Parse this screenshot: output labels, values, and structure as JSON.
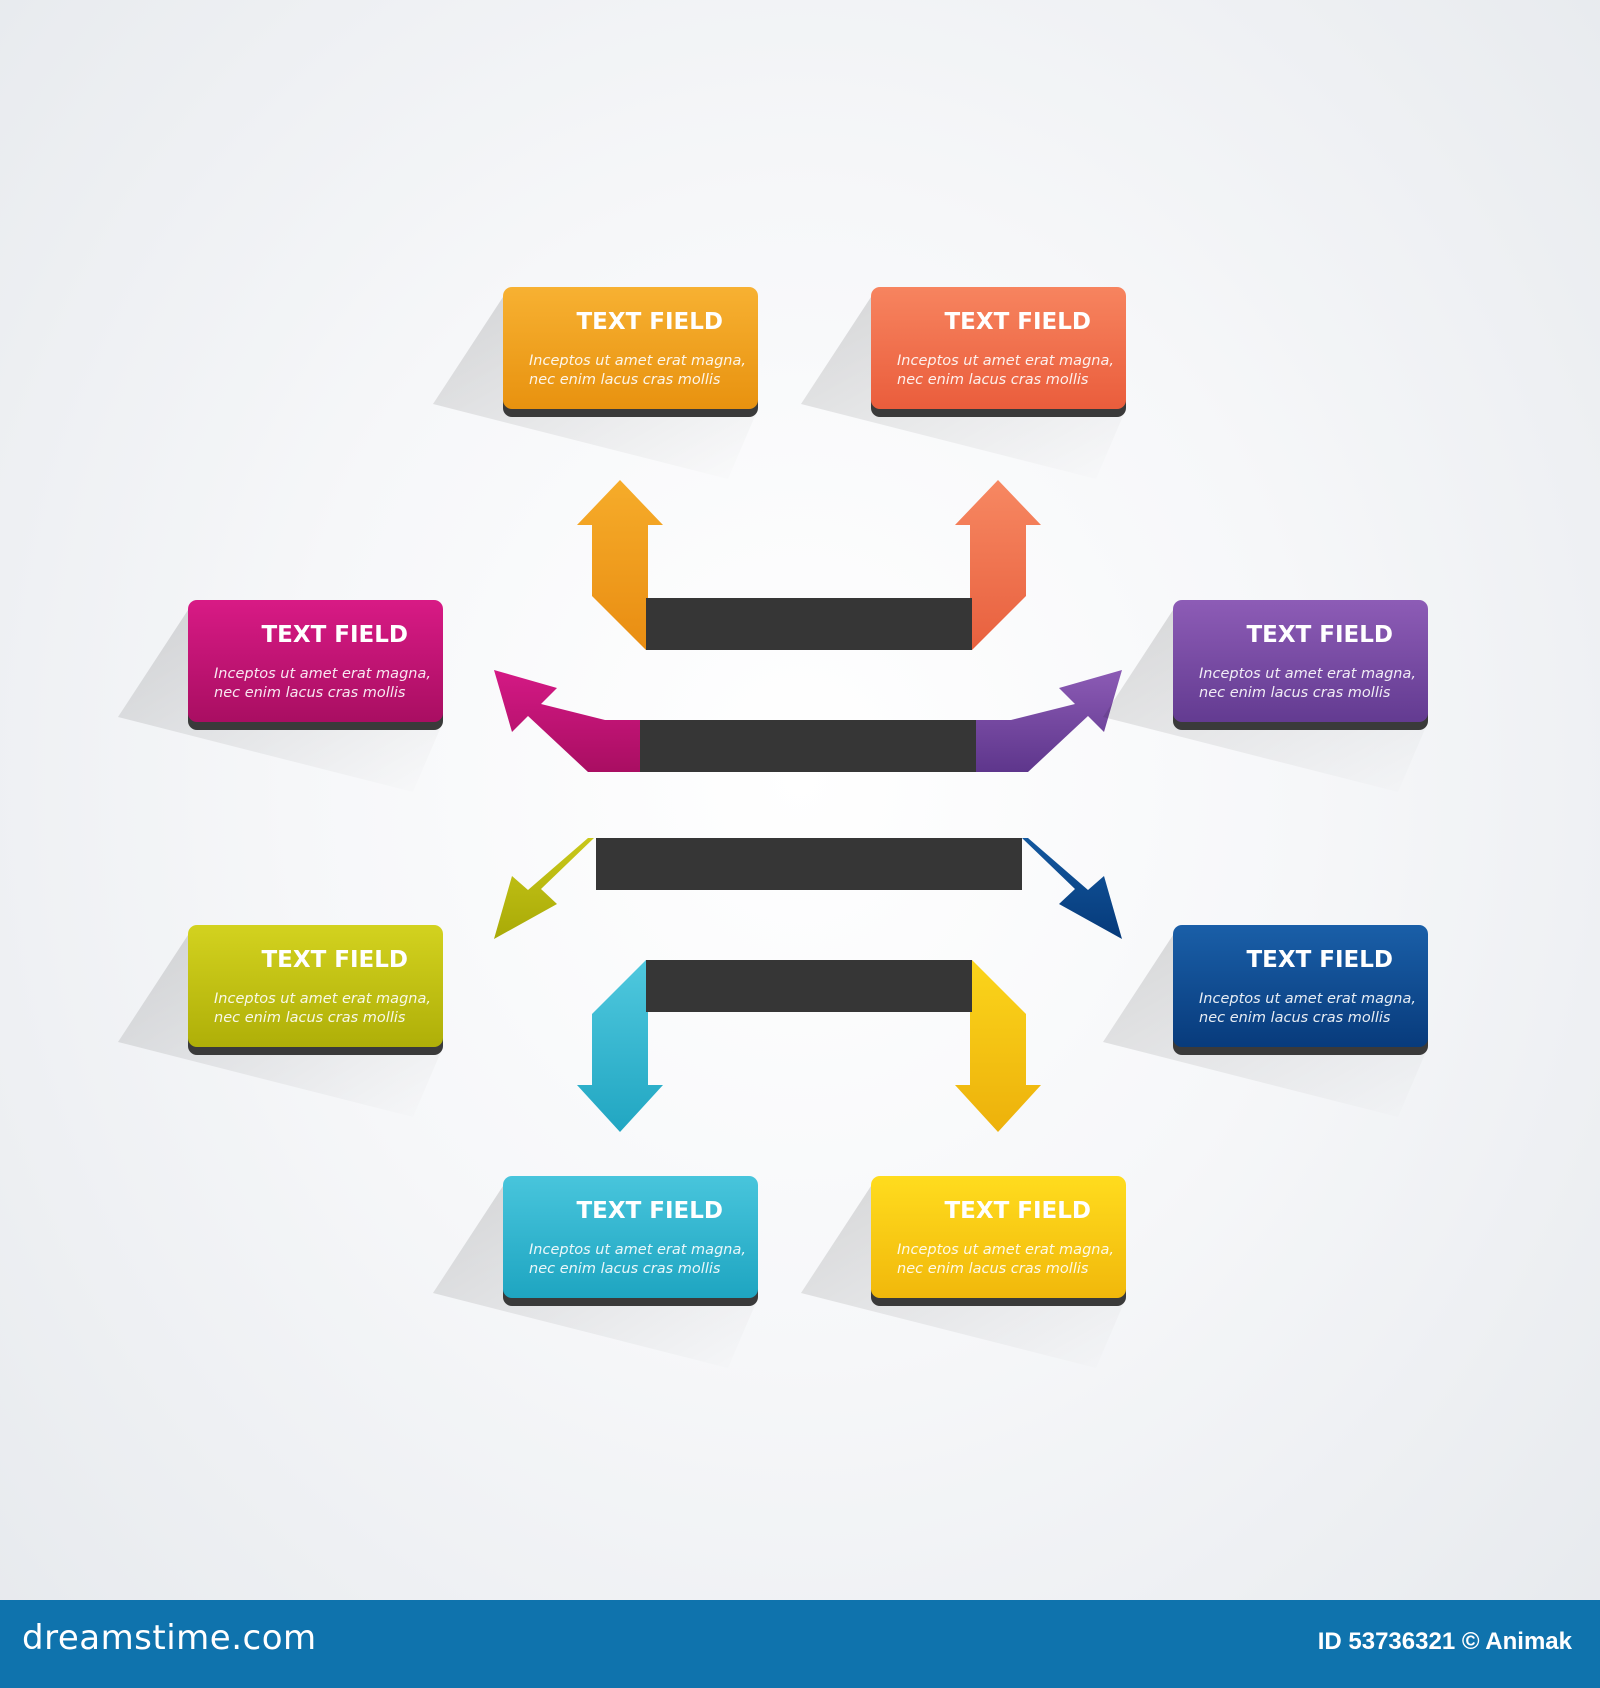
{
  "diagram": {
    "nodes": [
      {
        "id": "top-left",
        "title": "TEXT FIELD",
        "line1": "Inceptos ut amet erat magna,",
        "line2": "nec enim lacus cras mollis",
        "color_top": "#f7b132",
        "color_bottom": "#e8920f",
        "arrow_color_top": "#f6ac2a",
        "arrow_color_bottom": "#e98d12"
      },
      {
        "id": "top-right",
        "title": "TEXT FIELD",
        "line1": "Inceptos ut amet erat magna,",
        "line2": "nec enim lacus cras mollis",
        "color_top": "#f7845f",
        "color_bottom": "#ea5d3c",
        "arrow_color_top": "#f78862",
        "arrow_color_bottom": "#e8603e"
      },
      {
        "id": "mid-left-upper",
        "title": "TEXT FIELD",
        "line1": "Inceptos ut amet erat magna,",
        "line2": "nec enim lacus cras mollis",
        "color_top": "#d81a85",
        "color_bottom": "#a90e62",
        "arrow_color_top": "#d41985",
        "arrow_color_bottom": "#a90e62"
      },
      {
        "id": "mid-right-upper",
        "title": "TEXT FIELD",
        "line1": "Inceptos ut amet erat magna,",
        "line2": "nec enim lacus cras mollis",
        "color_top": "#8d5cb6",
        "color_bottom": "#633b91",
        "arrow_color_top": "#8c5bb5",
        "arrow_color_bottom": "#5e368c"
      },
      {
        "id": "mid-left-lower",
        "title": "TEXT FIELD",
        "line1": "Inceptos ut amet erat magna,",
        "line2": "nec enim lacus cras mollis",
        "color_top": "#d3d21f",
        "color_bottom": "#afaf08",
        "arrow_color_top": "#c9c81a",
        "arrow_color_bottom": "#a9aa07"
      },
      {
        "id": "mid-right-lower",
        "title": "TEXT FIELD",
        "line1": "Inceptos ut amet erat magna,",
        "line2": "nec enim lacus cras mollis",
        "color_top": "#1a5fa8",
        "color_bottom": "#083b7c",
        "arrow_color_top": "#13589f",
        "arrow_color_bottom": "#063a7a"
      },
      {
        "id": "bottom-left",
        "title": "TEXT FIELD",
        "line1": "Inceptos ut amet erat magna,",
        "line2": "nec enim lacus cras mollis",
        "color_top": "#48c5dc",
        "color_bottom": "#1ea5c1",
        "arrow_color_top": "#4fc8de",
        "arrow_color_bottom": "#21a6c2"
      },
      {
        "id": "bottom-right",
        "title": "TEXT FIELD",
        "line1": "Inceptos ut amet erat magna,",
        "line2": "nec enim lacus cras mollis",
        "color_top": "#ffdc1e",
        "color_bottom": "#f1b80b",
        "arrow_color_top": "#fbd51b",
        "arrow_color_bottom": "#edb10b"
      }
    ],
    "connector_color": "#363636"
  },
  "footer": {
    "brand": "dreamstime.com",
    "id_text": "ID 53736321 © Animak"
  }
}
